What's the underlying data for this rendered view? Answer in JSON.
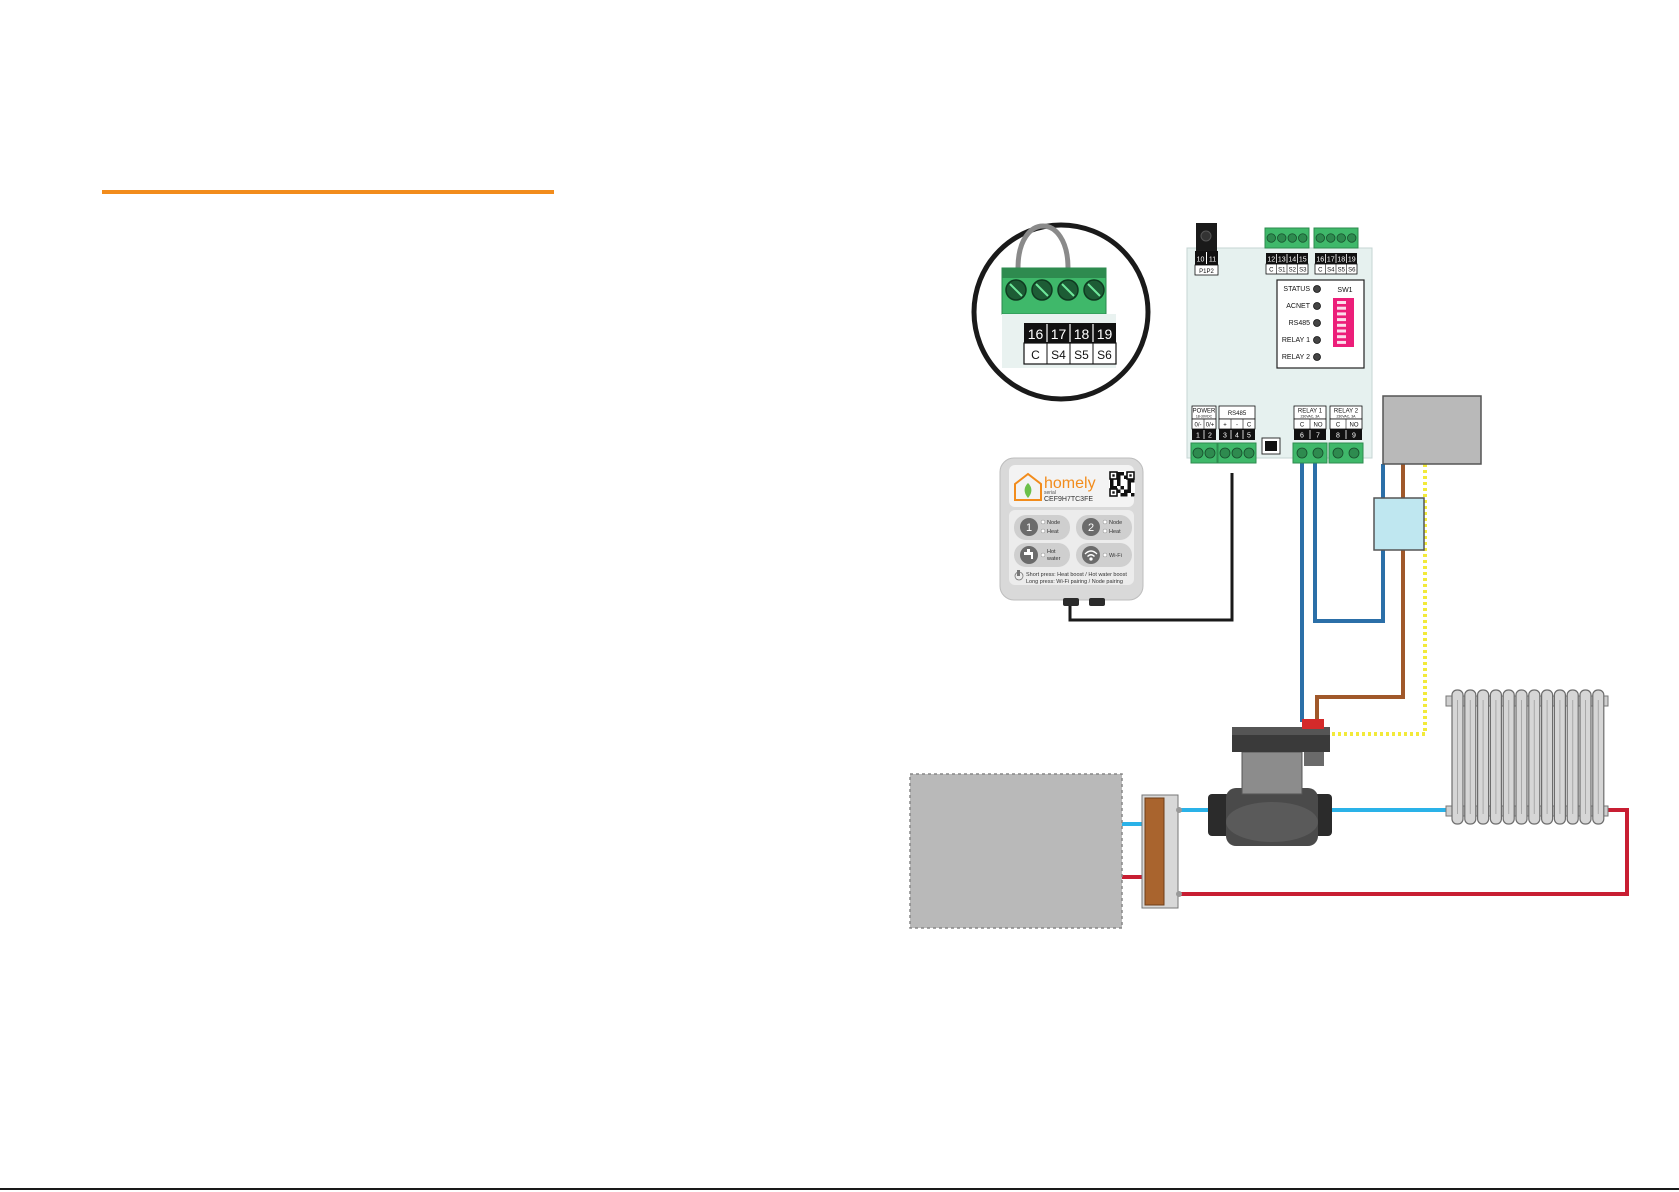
{
  "colors": {
    "accent_rule": "#f28c1c",
    "terminal_green": "#3fb86a",
    "terminal_dark": "#2e8b4f",
    "module_body": "#e6f1ef",
    "wire_blue": "#2b6fa8",
    "wire_brown": "#a0582a",
    "wire_yellow": "#f2ea3a",
    "wire_black": "#1a1a1a",
    "pipe_blue": "#2ab2e8",
    "pipe_red": "#c81e32",
    "box_grey": "#b9b9b9",
    "homely_orange": "#f28c1c",
    "dip_switch_pink": "#ec1e79"
  },
  "zoom_inset": {
    "numbers": [
      "16",
      "17",
      "18",
      "19"
    ],
    "labels": [
      "C",
      "S4",
      "S5",
      "S6"
    ]
  },
  "controller": {
    "p1p2": {
      "numbers": [
        "10",
        "11"
      ],
      "label": "P1P2"
    },
    "top_block_a": {
      "numbers": [
        "12",
        "13",
        "14",
        "15"
      ],
      "labels": [
        "C",
        "S1",
        "S2",
        "S3"
      ]
    },
    "top_block_b": {
      "numbers": [
        "16",
        "17",
        "18",
        "19"
      ],
      "labels": [
        "C",
        "S4",
        "S5",
        "S6"
      ]
    },
    "leds": [
      "STATUS",
      "ACNET",
      "RS485",
      "RELAY 1",
      "RELAY 2"
    ],
    "switch_label": "SW1",
    "power": {
      "title": "POWER",
      "sub": "18-30VDC",
      "pins": [
        "0/-",
        "0/+"
      ],
      "numbers": [
        "1",
        "2"
      ]
    },
    "rs485": {
      "title": "RS485",
      "pins": [
        "+",
        "-",
        "C"
      ],
      "numbers": [
        "3",
        "4",
        "5"
      ]
    },
    "relay1": {
      "title": "RELAY 1",
      "sub": "230VAC, 3A",
      "pins": [
        "C",
        "NO"
      ],
      "numbers": [
        "6",
        "7"
      ]
    },
    "relay2": {
      "title": "RELAY 2",
      "sub": "230VAC, 3A",
      "pins": [
        "C",
        "NO"
      ],
      "numbers": [
        "8",
        "9"
      ]
    }
  },
  "homely_device": {
    "brand": "homely",
    "serial_label": "serial",
    "serial": "CEF9H7TC3FE",
    "zone1_number": "1",
    "zone2_number": "2",
    "zone1_options": [
      "Node",
      "Heat"
    ],
    "zone2_options": [
      "Node",
      "Heat"
    ],
    "hot_water_label": [
      "Hot",
      "water"
    ],
    "wifi_label": "Wi-Fi",
    "instructions": [
      "Short press: Heat boost / Hot water boost",
      "Long press: Wi-Fi pairing / Node pairing"
    ]
  }
}
